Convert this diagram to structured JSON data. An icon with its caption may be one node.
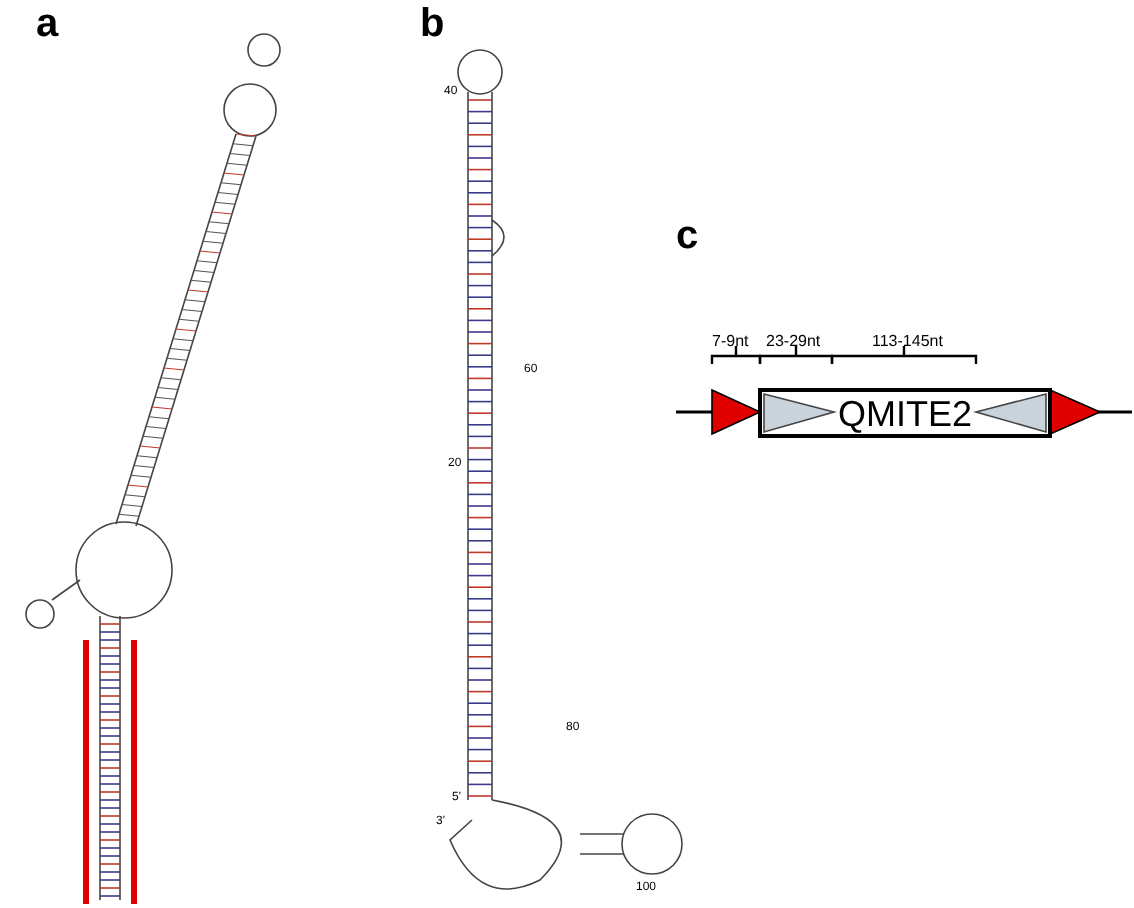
{
  "diagram": {
    "nodes": [
      {
        "text": [
          "QMITE2"
        ]
      }
    ],
    "labels": [
      "a",
      "b",
      "40",
      "60",
      "20",
      "80",
      "5'",
      "3'",
      "100",
      "c",
      "7-9nt",
      "23-29nt",
      "113-145nt"
    ]
  }
}
